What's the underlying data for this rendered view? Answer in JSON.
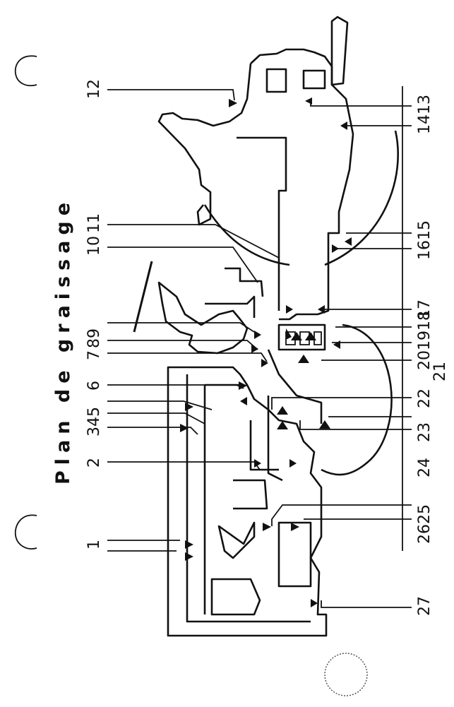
{
  "title": "Plan de graissage",
  "callouts": [
    {
      "id": "c1",
      "text": "1"
    },
    {
      "id": "c2",
      "text": "2"
    },
    {
      "id": "c345",
      "text": "345"
    },
    {
      "id": "c6",
      "text": "6"
    },
    {
      "id": "c7",
      "text": "7"
    },
    {
      "id": "c89",
      "text": "89"
    },
    {
      "id": "c10",
      "text": "10"
    },
    {
      "id": "c11",
      "text": "11"
    },
    {
      "id": "c12",
      "text": "12"
    },
    {
      "id": "c1413",
      "text": "1413"
    },
    {
      "id": "c1615",
      "text": "1615"
    },
    {
      "id": "c17",
      "text": "17"
    },
    {
      "id": "c2019_18",
      "text": "201918"
    },
    {
      "id": "c21",
      "text": "21"
    },
    {
      "id": "c22",
      "text": "22"
    },
    {
      "id": "c23",
      "text": "23"
    },
    {
      "id": "c24",
      "text": "24"
    },
    {
      "id": "c2625",
      "text": "2625"
    },
    {
      "id": "c27",
      "text": "27"
    }
  ]
}
